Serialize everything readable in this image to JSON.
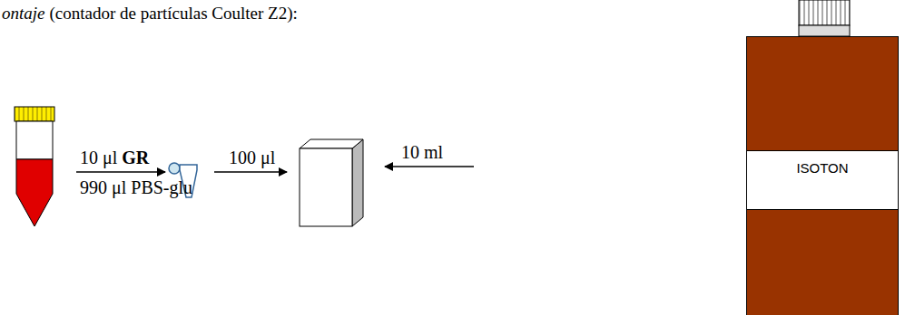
{
  "diagram": {
    "nodes": [
      {
        "text": [
          "ISOTON"
        ]
      }
    ],
    "labels": [
      "ontaje",
      "(contador de partículas Coulter Z2):",
      "10 μl",
      "GR",
      "990 μl PBS-glu",
      "100 μl",
      "10 ml"
    ]
  }
}
